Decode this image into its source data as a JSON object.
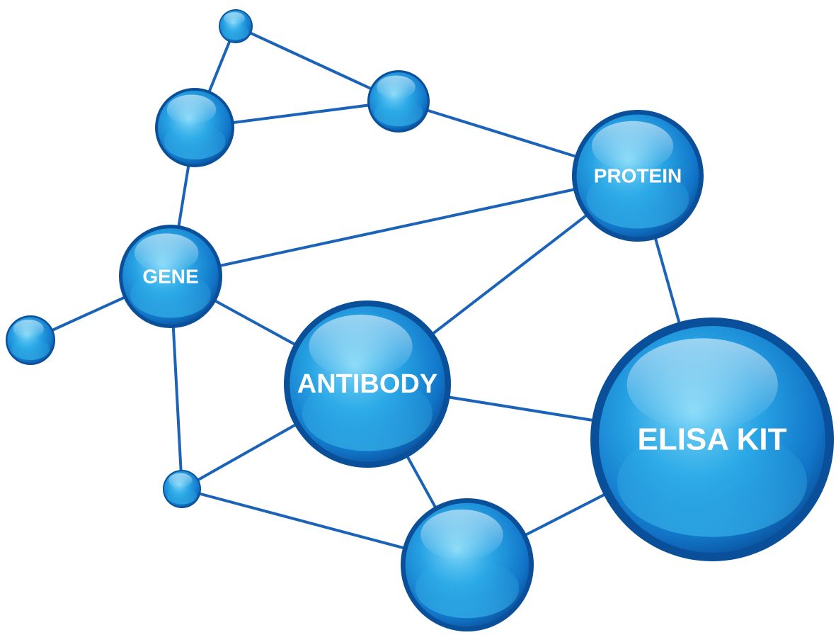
{
  "diagram": {
    "colors": {
      "edge": "#1a63b8",
      "sphere_light": "#6fd2f7",
      "sphere_mid": "#1f9be0",
      "sphere_dark": "#0d5fae",
      "sphere_rim": "#0a4f99",
      "label": "#ffffff"
    },
    "nodes": [
      {
        "id": "n-top",
        "label": ""
      },
      {
        "id": "n-upper-left",
        "label": ""
      },
      {
        "id": "n-upper-mid",
        "label": ""
      },
      {
        "id": "protein",
        "label": "PROTEIN"
      },
      {
        "id": "gene",
        "label": "GENE"
      },
      {
        "id": "n-far-left",
        "label": ""
      },
      {
        "id": "antibody",
        "label": "ANTIBODY"
      },
      {
        "id": "elisa-kit",
        "label": "ELISA KIT"
      },
      {
        "id": "n-small-bottom",
        "label": ""
      },
      {
        "id": "n-bottom",
        "label": ""
      }
    ],
    "edges": [
      [
        "n-top",
        "n-upper-left"
      ],
      [
        "n-top",
        "n-upper-mid"
      ],
      [
        "n-upper-left",
        "n-upper-mid"
      ],
      [
        "n-upper-mid",
        "protein"
      ],
      [
        "n-upper-left",
        "gene"
      ],
      [
        "gene",
        "protein"
      ],
      [
        "gene",
        "n-far-left"
      ],
      [
        "gene",
        "antibody"
      ],
      [
        "gene",
        "n-small-bottom"
      ],
      [
        "antibody",
        "protein"
      ],
      [
        "protein",
        "elisa-kit"
      ],
      [
        "antibody",
        "elisa-kit"
      ],
      [
        "antibody",
        "n-small-bottom"
      ],
      [
        "antibody",
        "n-bottom"
      ],
      [
        "n-small-bottom",
        "n-bottom"
      ],
      [
        "n-bottom",
        "elisa-kit"
      ]
    ]
  }
}
